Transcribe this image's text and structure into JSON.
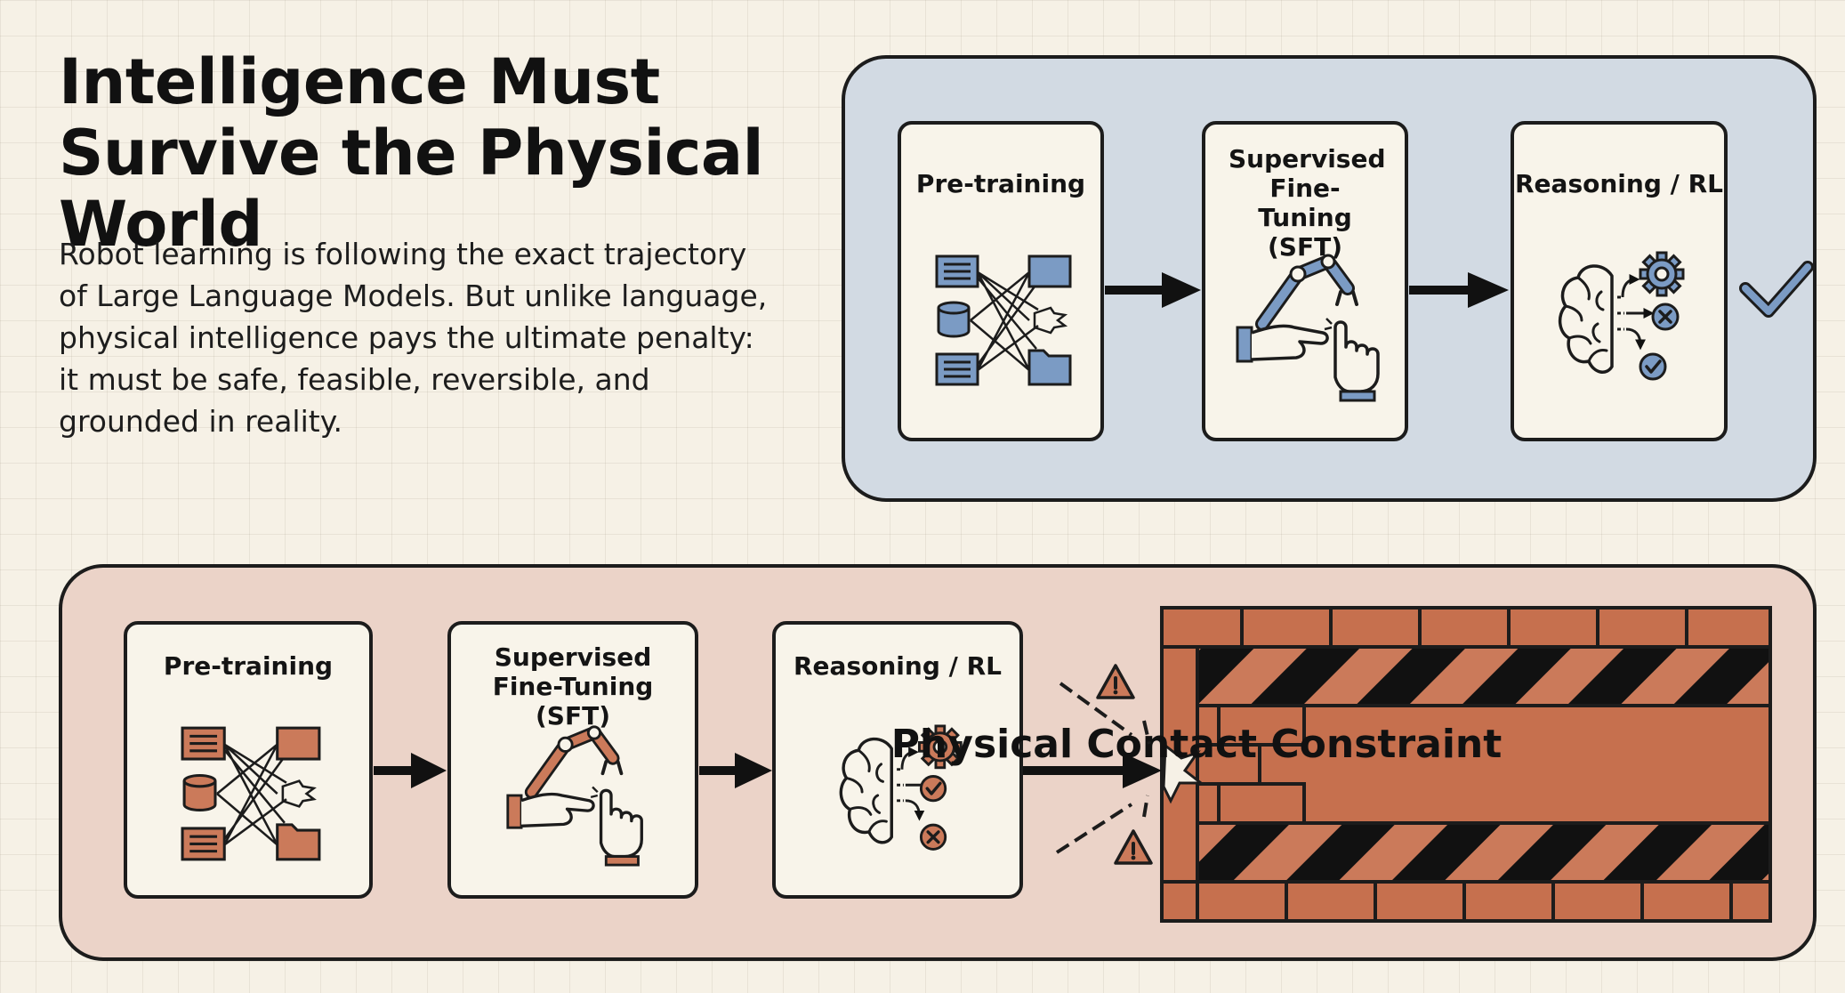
{
  "title": "Intelligence Must Survive the Physical World",
  "description": "Robot learning is following the exact trajectory of Large Language Models. But unlike language, physical intelligence pays the ultimate penalty: it must be safe, feasible, reversible, and grounded in reality.",
  "colors": {
    "blue_accent": "#7b9bc4",
    "blue_panel": "#d2dae3",
    "rust_accent": "#c6704e",
    "rust_panel": "#ebd3c8",
    "card_bg": "#f8f4ea",
    "outline": "#1c1c1c"
  },
  "top_pipeline": {
    "stages": [
      {
        "label": "Pre-training",
        "icon": "network-icon"
      },
      {
        "label": "Supervised Fine-Tuning (SFT)",
        "icon": "robot-arm-hand-icon"
      },
      {
        "label": "Reasoning / RL",
        "icon": "brain-gear-icon"
      }
    ],
    "end_icon": "checkmark-icon"
  },
  "bottom_pipeline": {
    "stages": [
      {
        "label": "Pre-training",
        "icon": "network-icon"
      },
      {
        "label": "Supervised Fine-Tuning (SFT)",
        "icon": "robot-arm-hand-icon"
      },
      {
        "label": "Reasoning / RL",
        "icon": "brain-gear-icon"
      }
    ],
    "impact_icon": "impact-burst-icon",
    "warning_icon": "warning-triangle-icon"
  },
  "wall": {
    "label": "Physical Contact Constraint",
    "icon": "brick-wall-icon"
  }
}
